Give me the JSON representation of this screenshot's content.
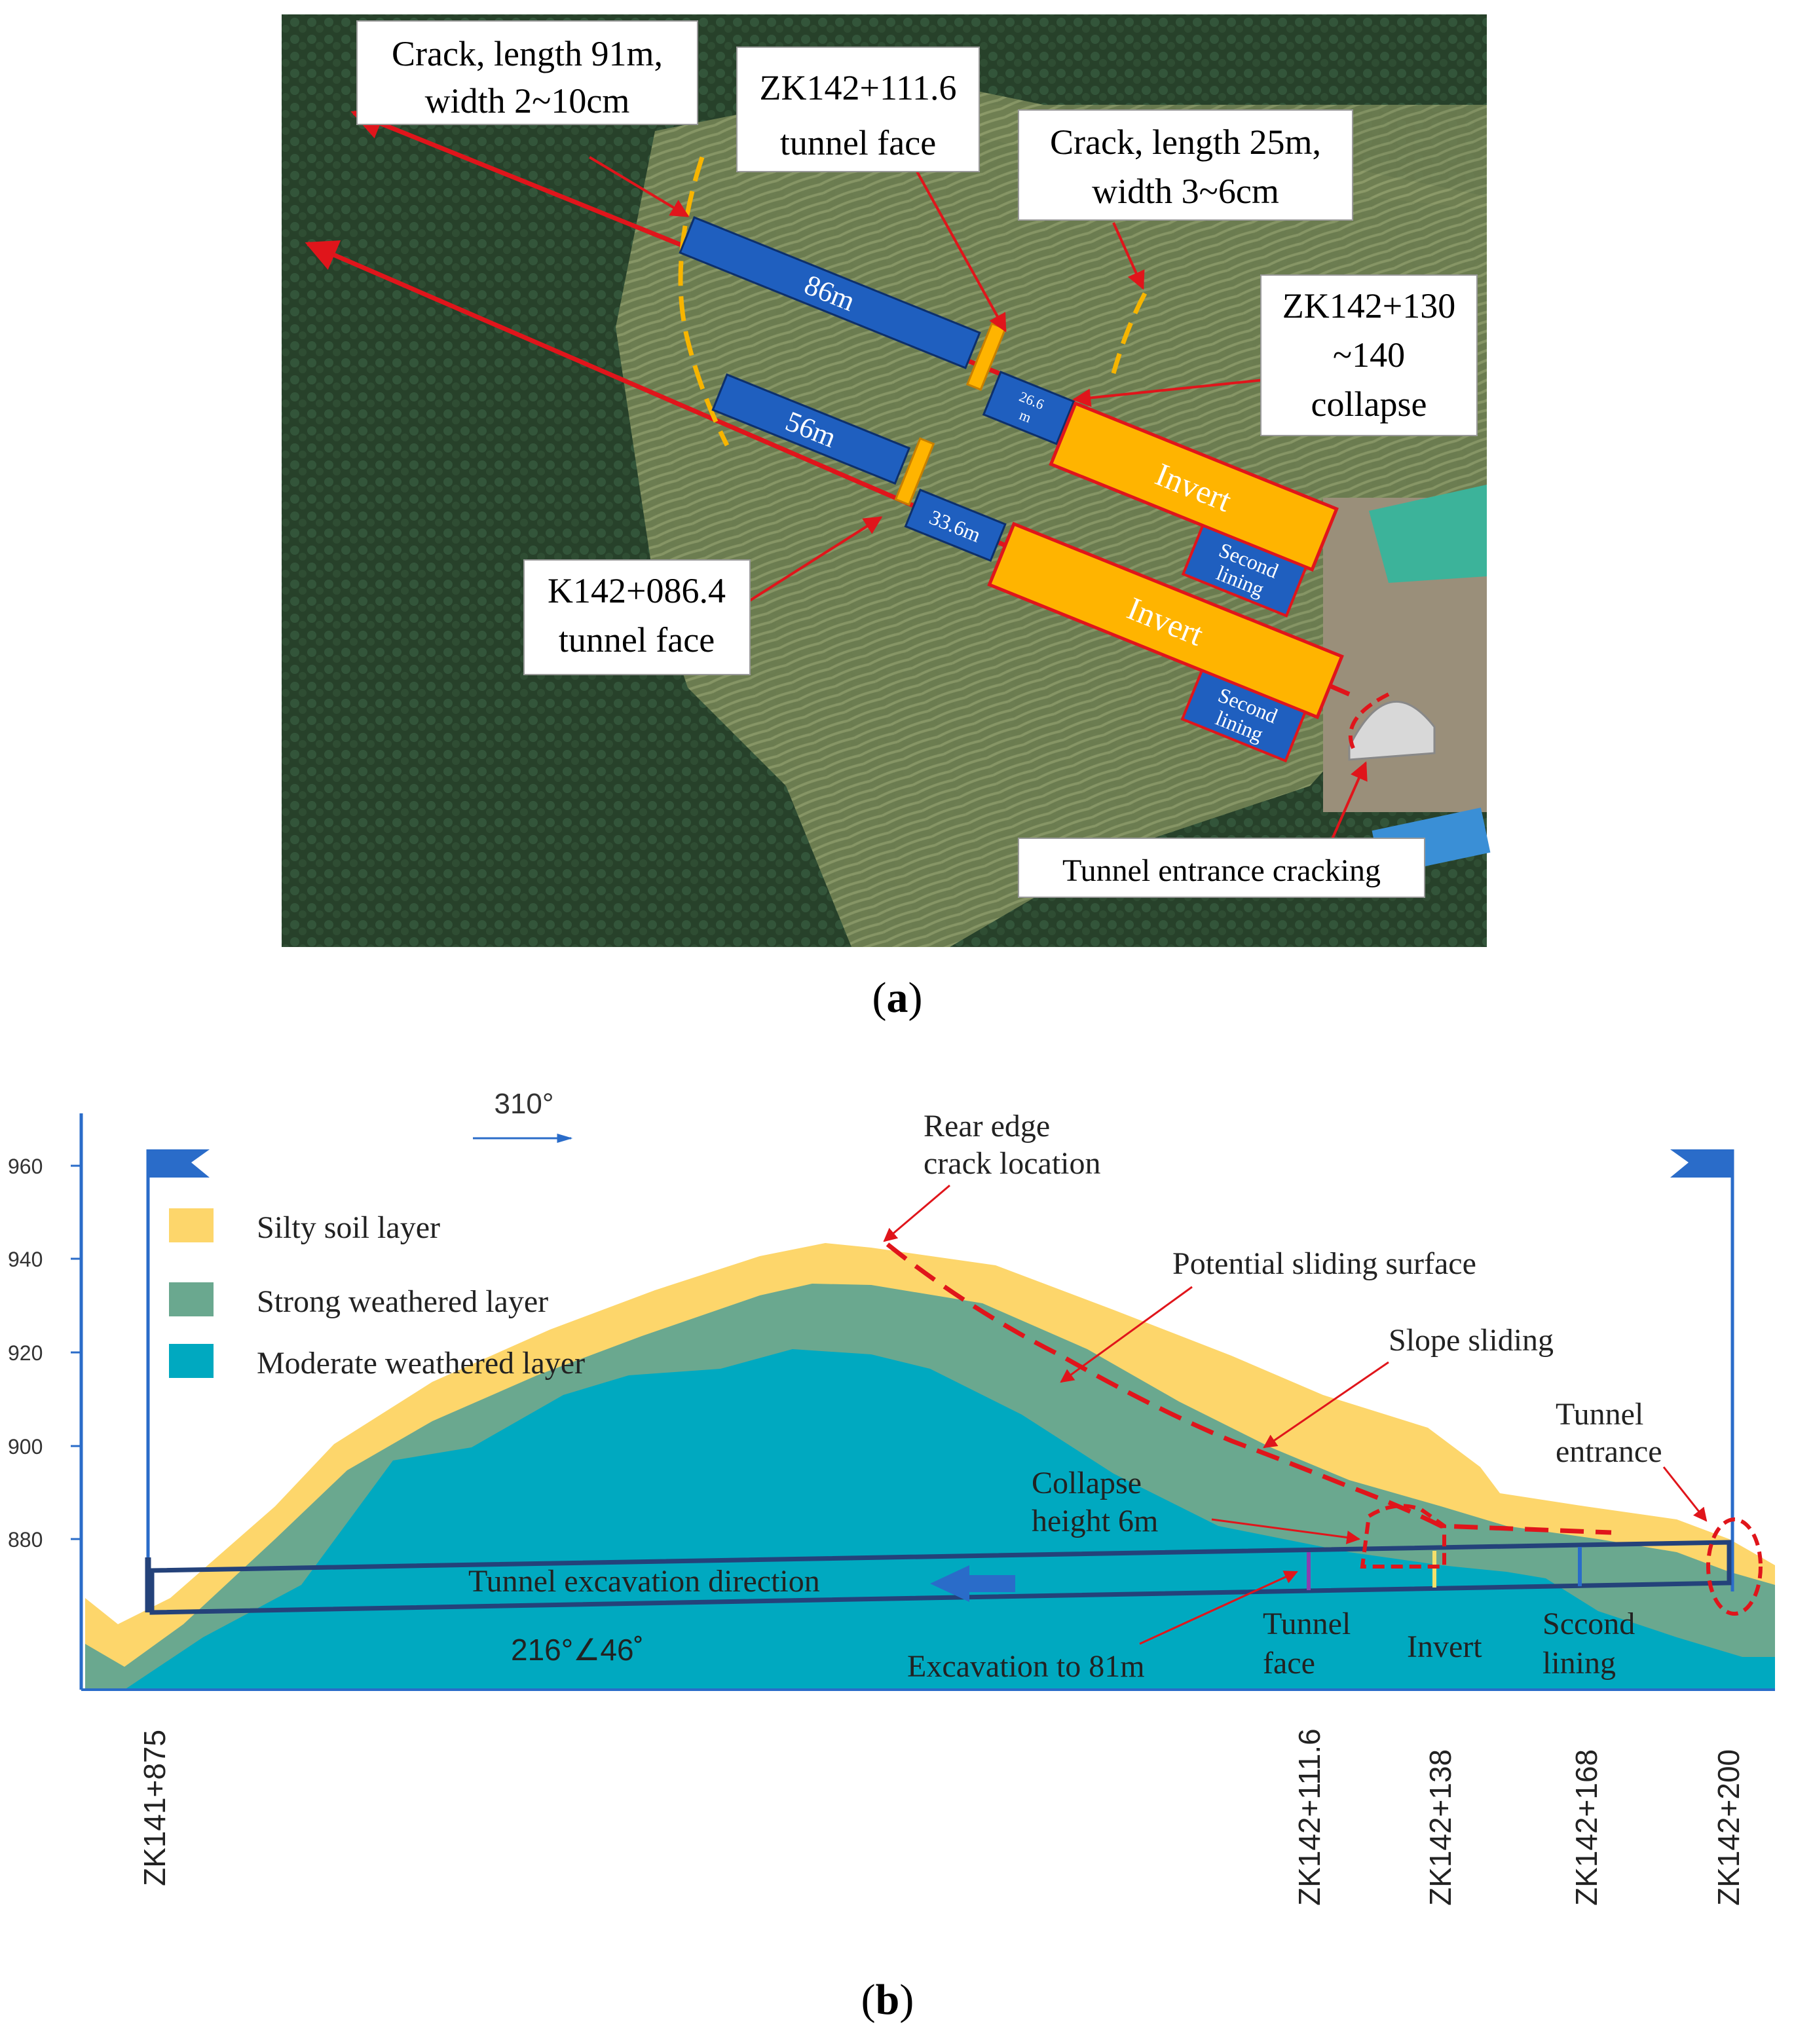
{
  "panel_a": {
    "caption_letter": "a",
    "callouts": {
      "crack91_line1": "Crack, length 91m,",
      "crack91_line2": "width 2~10cm",
      "face111_line1": "ZK142+111.6",
      "face111_line2": "tunnel face",
      "crack25_line1": "Crack, length 25m,",
      "crack25_line2": "width 3~6cm",
      "collapse_line1": "ZK142+130",
      "collapse_line2": "~140",
      "collapse_line3": "collapse",
      "face086_line1": "K142+086.4",
      "face086_line2": "tunnel face",
      "entrance_cracking": "Tunnel entrance cracking"
    },
    "segments": {
      "upper_excavation": "86m",
      "upper_remaining_line1": "26.6",
      "upper_remaining_line2": "m",
      "lower_excavation": "56m",
      "lower_remaining": "33.6m",
      "invert": "Invert",
      "second_lining_line1": "Second",
      "second_lining_line2": "lining"
    },
    "colors": {
      "tunnel_blue": "#1f5fbf",
      "invert_orange": "#ffb400",
      "arrow_red": "#e0151b",
      "crack_yellow": "#f7b500"
    }
  },
  "panel_b": {
    "caption_letter": "b",
    "direction_label": "310°",
    "dip_label": "216°∠46˚",
    "y_ticks": [
      "960",
      "940",
      "920",
      "900",
      "880"
    ],
    "legend": [
      {
        "label": "Silty soil layer",
        "color": "#fdd66b"
      },
      {
        "label": "Strong weathered layer",
        "color": "#6aa88f"
      },
      {
        "label": "Moderate weathered layer",
        "color": "#00a9c0"
      }
    ],
    "annotations": {
      "rear_edge_line1": "Rear edge",
      "rear_edge_line2": "crack location",
      "potential_sliding": "Potential sliding surface",
      "slope_sliding": "Slope sliding",
      "entrance_line1": "Tunnel",
      "entrance_line2": "entrance",
      "collapse_line1": "Collapse",
      "collapse_line2": "height 6m",
      "excavation_direction": "Tunnel excavation direction",
      "excavation_to": "Excavation to 81m",
      "face_line1": "Tunnel",
      "face_line2": "face",
      "invert": "Invert",
      "lining_line1": "Sccond",
      "lining_line2": "lining"
    },
    "stations": [
      "ZK141+875",
      "ZK142+111.6",
      "ZK142+138",
      "ZK142+168",
      "ZK142+200"
    ],
    "colors": {
      "axis_blue": "#2a6cc9",
      "tunnel_outline": "#24427a",
      "sliding_red": "#e0151b"
    }
  }
}
